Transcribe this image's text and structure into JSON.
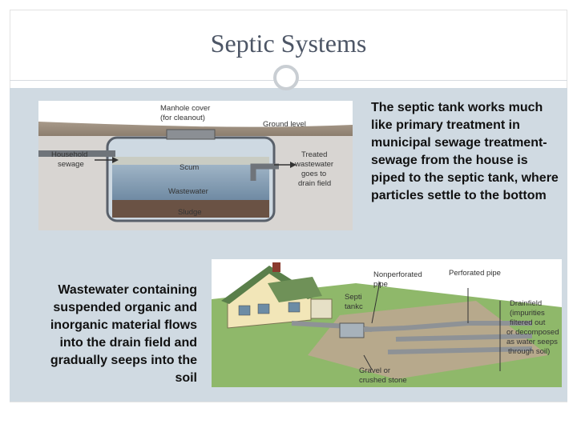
{
  "slide": {
    "title": "Septic Systems",
    "text_right": "The septic tank works much like primary treatment in municipal sewage treatment- sewage from the house is piped to the septic tank, where particles settle to the bottom",
    "text_left": "Wastewater containing suspended organic and inorganic material flows into the drain field and gradually seeps into the soil"
  },
  "tank_diagram": {
    "manhole_l1": "Manhole cover",
    "manhole_l2": "(for cleanout)",
    "ground": "Ground level",
    "household_l1": "Household",
    "household_l2": "sewage",
    "scum": "Scum",
    "wastewater": "Wastewater",
    "sludge": "Sludge",
    "treated_l1": "Treated",
    "treated_l2": "wastewater",
    "treated_l3": "goes to",
    "treated_l4": "drain field"
  },
  "field_diagram": {
    "nonperf_l1": "Nonperforated",
    "nonperf_l2": "pipe",
    "perforated": "Perforated pipe",
    "septic_l1": "Septi",
    "septic_l2": "tankc",
    "drainfield_l1": "Drainfield",
    "drainfield_l2": "(impurities",
    "drainfield_l3": "filtered out",
    "drainfield_l4": "or decomposed",
    "drainfield_l5": "as water seeps",
    "drainfield_l6": "through soil)",
    "gravel_l1": "Gravel or",
    "gravel_l2": "crushed stone"
  },
  "colors": {
    "panel": "#d0dae2",
    "title": "#4d5666"
  }
}
